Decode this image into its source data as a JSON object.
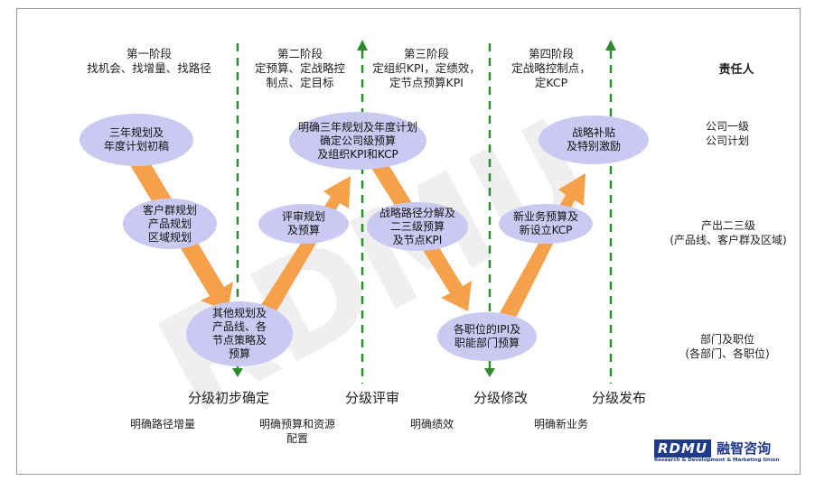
{
  "phases": [
    {
      "title": "第一阶段",
      "desc": "找机会、找增量、找路径"
    },
    {
      "title": "第二阶段",
      "desc": "定预算、定战略控\n制点、定目标"
    },
    {
      "title": "第三阶段",
      "desc": "定组织KPI，定绩效，\n定节点预算KPI"
    },
    {
      "title": "第四阶段",
      "desc": "定战略控制点，\n定KCP"
    }
  ],
  "roles": {
    "header": "责任人",
    "company": "公司一级\n公司计划",
    "product": "产出二三级\n(产品线、客户群及区域)",
    "dept": "部门及职位\n(各部门、各职位)"
  },
  "nodes": {
    "n1": "三年规划及\n年度计划初稿",
    "n2": "客户群规划\n产品规划\n区域规划",
    "n3": "其他规划及\n产品线、各\n节点策略及\n预算",
    "n4": "评审规划\n及预算",
    "n5": "明确三年规划及年度计划\n确定公司级预算\n及组织KPI和KCP",
    "n6": "战略路径分解及\n二三级预算\n及节点KPI",
    "n7": "各职位的IPI及\n职能部门预算",
    "n8": "新业务预算及\n新设立KCP",
    "n9": "战略补贴\n及特别激励"
  },
  "stages": [
    "分级初步确定",
    "分级评审",
    "分级修改",
    "分级发布"
  ],
  "clarify": [
    "明确路径增量",
    "明确预算和资源\n配置",
    "明确绩效",
    "明确新业务"
  ],
  "logo": {
    "brand": "RDMU",
    "cn": "融智咨询",
    "sub": "Research & Development & Marketing Union"
  },
  "watermark": "RDMU",
  "colors": {
    "ellipse": "#c9c9f2",
    "arrow": "#f5a04a",
    "dash": "#2e8b2e",
    "brand": "#1f3a8a"
  }
}
